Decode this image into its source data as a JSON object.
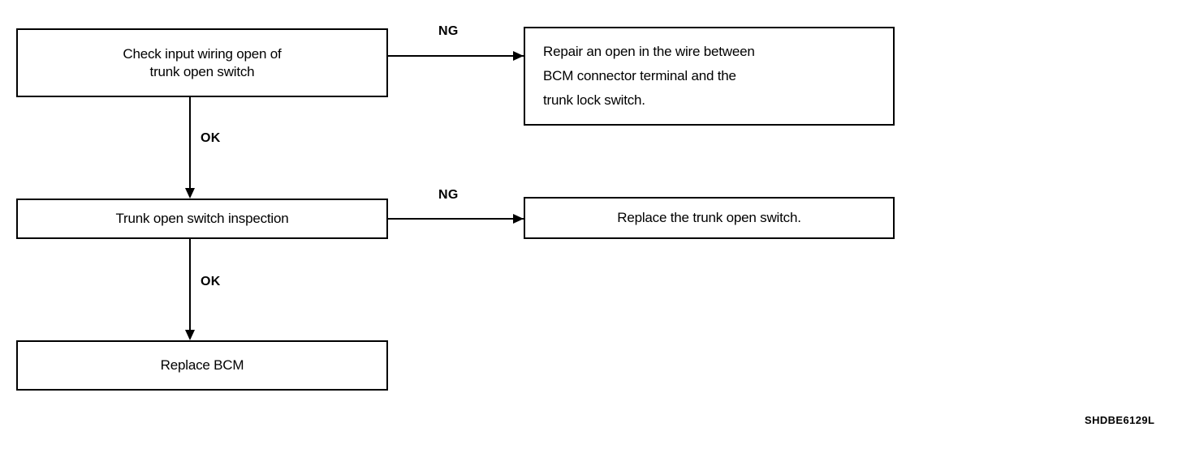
{
  "diagram": {
    "type": "troubleshooting-flowchart",
    "figure_code": "SHDBE6129L",
    "nodes": {
      "check_input_wiring": "Check input wiring open of\ntrunk open switch",
      "repair_open_wire": "Repair an open in the wire between\nBCM connector terminal and the\ntrunk lock switch.",
      "trunk_switch_inspection": "Trunk open switch inspection",
      "replace_trunk_switch": "Replace the trunk open switch.",
      "replace_bcm": "Replace BCM"
    },
    "edges": {
      "ng_1": "NG",
      "ng_2": "NG",
      "ok_1": "OK",
      "ok_2": "OK"
    },
    "colors": {
      "stroke": "#000000",
      "fill": "#ffffff"
    }
  }
}
